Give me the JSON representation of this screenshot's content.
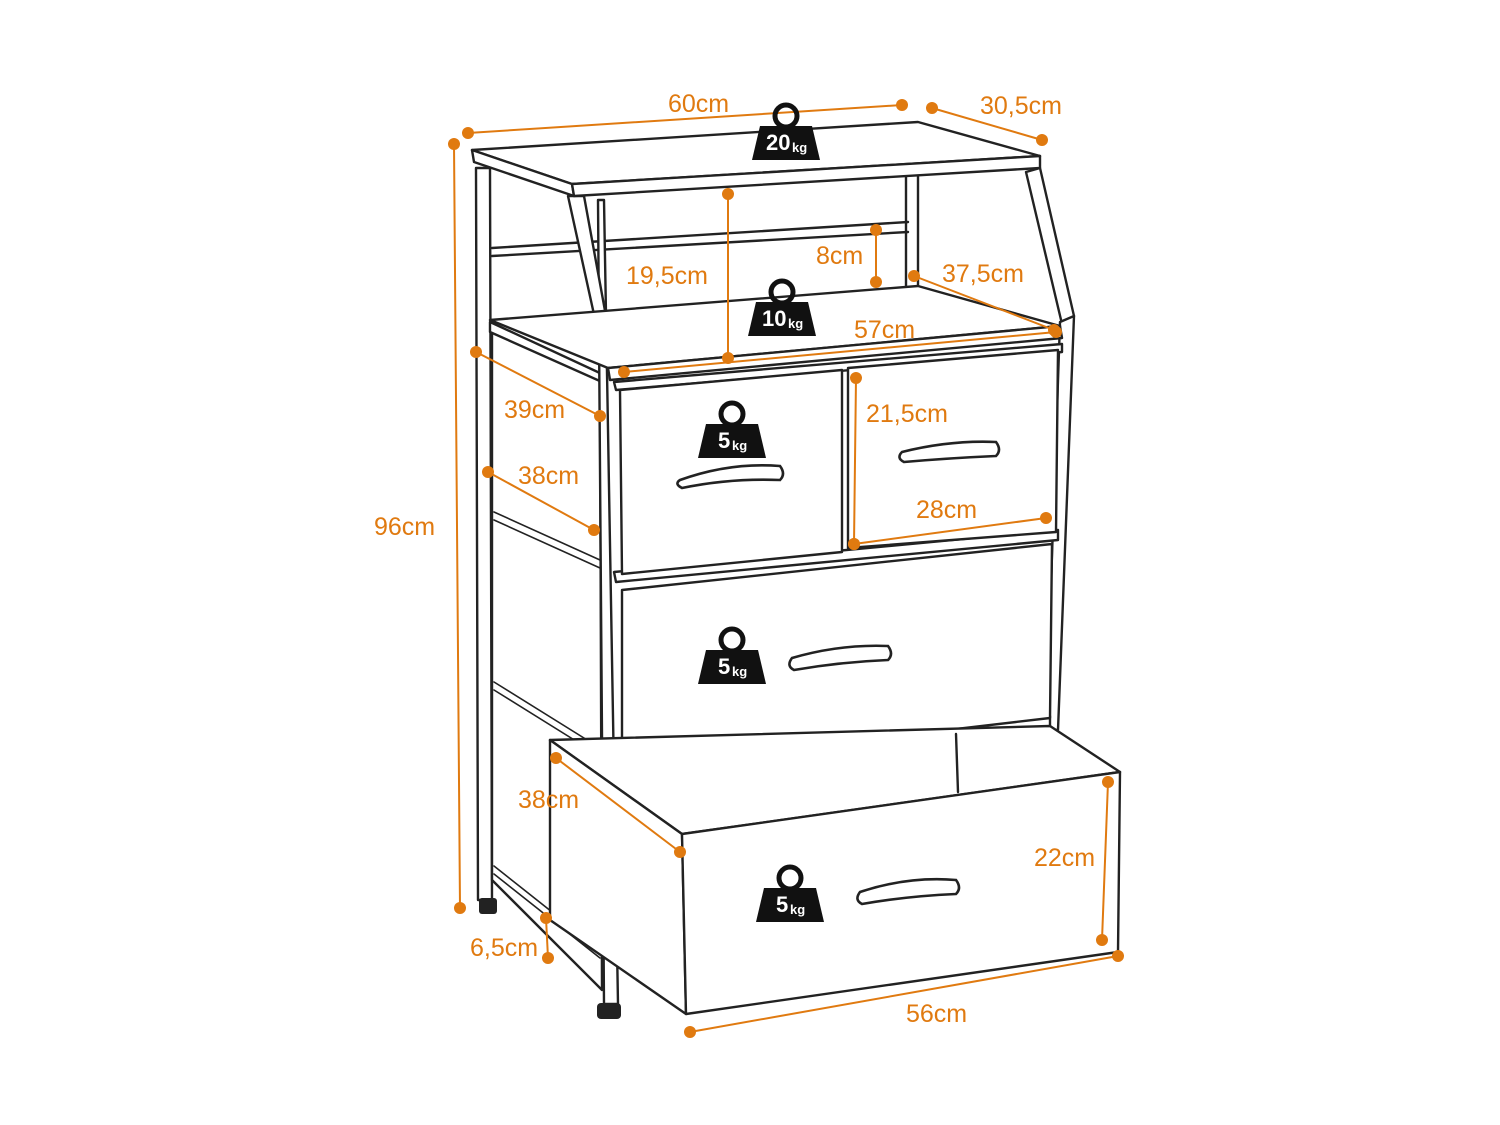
{
  "colors": {
    "dimension": "#e07a10",
    "outline": "#222222",
    "weight_badge": "#111111",
    "background": "#ffffff"
  },
  "dimensions": {
    "width_top": "60cm",
    "depth_top": "30,5cm",
    "height_total": "96cm",
    "shelf_clearance": "19,5cm",
    "shelf_lip": "8cm",
    "shelf_depth": "37,5cm",
    "shelf_width": "57cm",
    "side_depth_upper": "39cm",
    "side_depth_lower": "38cm",
    "drawer_small_height": "21,5cm",
    "drawer_small_width": "28cm",
    "drawer_bottom_depth": "38cm",
    "drawer_bottom_height": "22cm",
    "drawer_bottom_width": "56cm",
    "leg_height": "6,5cm"
  },
  "weights": {
    "top": {
      "value": "20",
      "unit": "kg"
    },
    "shelf": {
      "value": "10",
      "unit": "kg"
    },
    "drawer_left": {
      "value": "5",
      "unit": "kg"
    },
    "drawer_middle": {
      "value": "5",
      "unit": "kg"
    },
    "drawer_bottom": {
      "value": "5",
      "unit": "kg"
    }
  }
}
